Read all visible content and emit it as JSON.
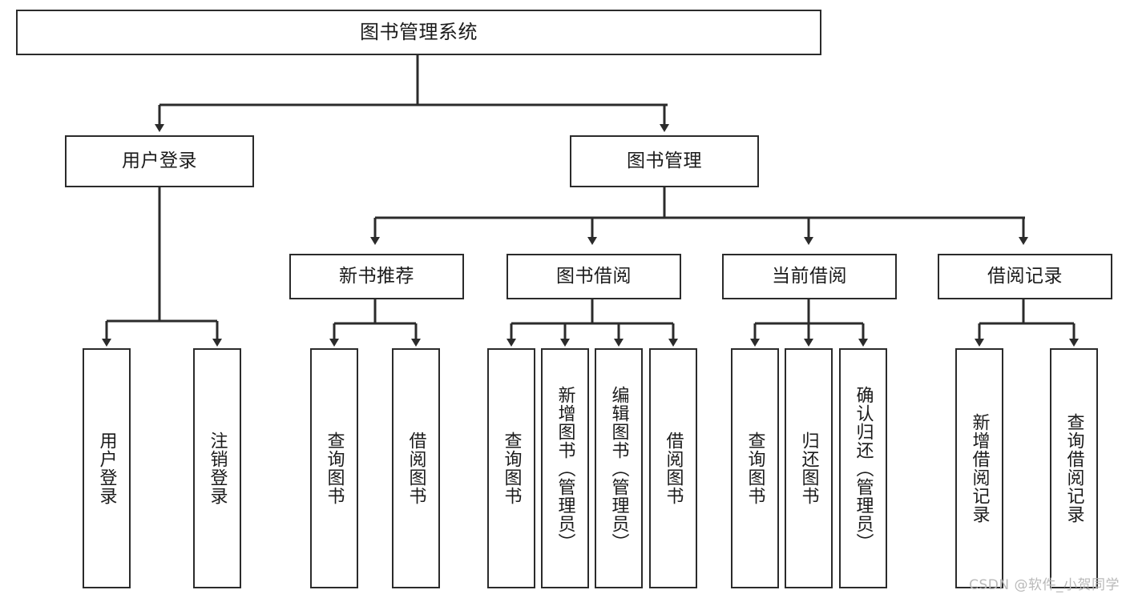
{
  "diagram": {
    "title": "图书管理系统",
    "watermark": "CSDN @软件_小贺同学",
    "line_color": "#2b2b2b",
    "box_border_color": "#2b2b2b",
    "box_fill_color": "#ffffff",
    "text_color": "#1b1b1b",
    "watermark_color": "#b9b9b9",
    "nodes": {
      "root": "图书管理系统",
      "tier2": {
        "user_login": "用户登录",
        "book_manage": "图书管理"
      },
      "tier3": {
        "new_book_recommend": "新书推荐",
        "book_borrow": "图书借阅",
        "current_borrow": "当前借阅",
        "borrow_record": "借阅记录"
      },
      "leaves": {
        "user_login_children": [
          "用户登录",
          "注销登录"
        ],
        "new_book_recommend_children": [
          "查询图书",
          "借阅图书"
        ],
        "book_borrow_children": [
          "查询图书",
          "新增图书（管理员）",
          "编辑图书（管理员）",
          "借阅图书"
        ],
        "current_borrow_children": [
          "查询图书",
          "归还图书",
          "确认归还（管理员）"
        ],
        "borrow_record_children": [
          "新增借阅记录",
          "查询借阅记录"
        ]
      }
    }
  }
}
